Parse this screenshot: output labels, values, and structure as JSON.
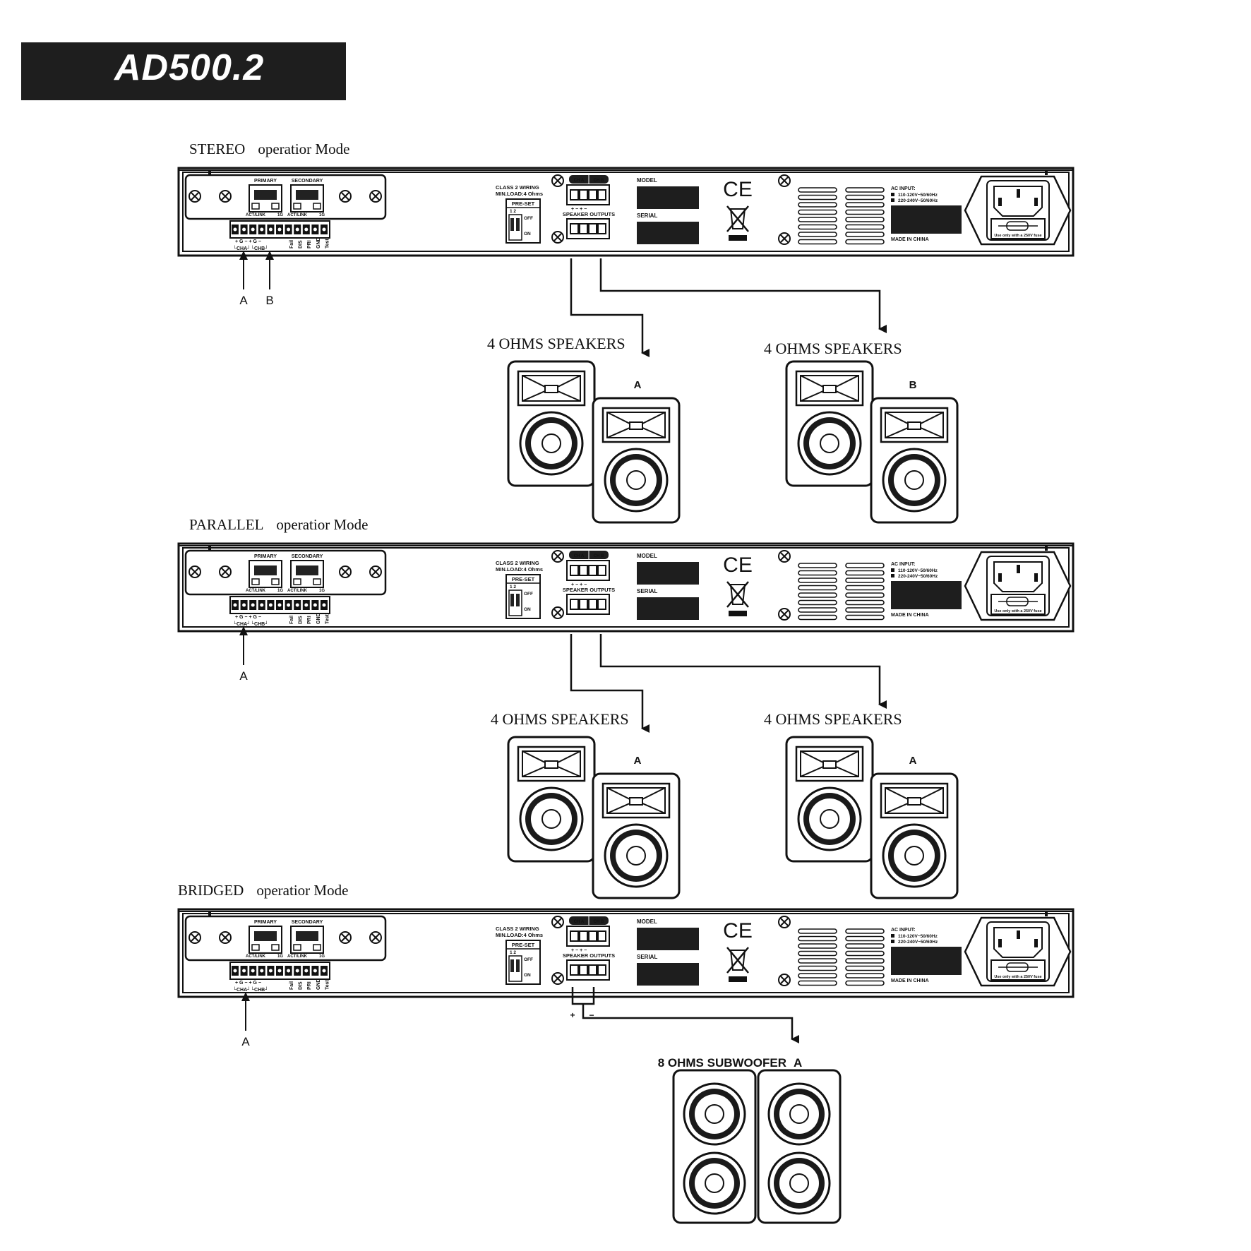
{
  "title": "AD500.2",
  "panel_labels": {
    "primary": "PRIMARY",
    "secondary": "SECONDARY",
    "act_link": "ACT/LINK",
    "port_1g": "1G",
    "class2_line1": "CLASS 2 WIRING",
    "class2_line2": "MIN.LOAD:4 Ohms",
    "preset": "PRE-SET",
    "preset_switches": "1  2",
    "off": "OFF",
    "on": "ON",
    "cha": "CH A",
    "chb": "CH B",
    "speaker_outputs": "SPEAKER OUTPUTS",
    "output_polarity": "+  −  +  −",
    "model": "MODEL",
    "serial": "SERIAL",
    "ce": "CE",
    "ac_input": "AC INPUT:",
    "ac_line1": "110-120V~50/60Hz",
    "ac_line2": "220-240V~50/60Hz",
    "made_in": "MADE IN CHINA",
    "fuse_note": "Use only with a 250V fuse",
    "terminal_polarity": "+ G −  + G −",
    "terminal_channels": "└CHA┘└CHB┘",
    "terminal_fault": "Fail",
    "terminal_dis": "DIS",
    "terminal_pri": "PRI",
    "terminal_gnd": "GND",
    "terminal_test": "Test"
  },
  "sections": [
    {
      "mode": "STEREO",
      "mode_suffix": "operatior Mode",
      "inputs": [
        "A",
        "B"
      ],
      "speaker_groups": [
        {
          "label": "4 OHMS SPEAKERS",
          "channel": "A"
        },
        {
          "label": "4 OHMS SPEAKERS",
          "channel": "B"
        }
      ]
    },
    {
      "mode": "PARALLEL",
      "mode_suffix": "operatior Mode",
      "inputs": [
        "A"
      ],
      "speaker_groups": [
        {
          "label": "4 OHMS SPEAKERS",
          "channel": "A"
        },
        {
          "label": "4 OHMS SPEAKERS",
          "channel": "A"
        }
      ]
    },
    {
      "mode": "BRIDGED",
      "mode_suffix": "operatior Mode",
      "inputs": [
        "A"
      ],
      "bridge_plus": "+",
      "bridge_minus": "−",
      "subwoofer": {
        "label": "8 OHMS SUBWOOFER",
        "channel": "A"
      }
    }
  ]
}
